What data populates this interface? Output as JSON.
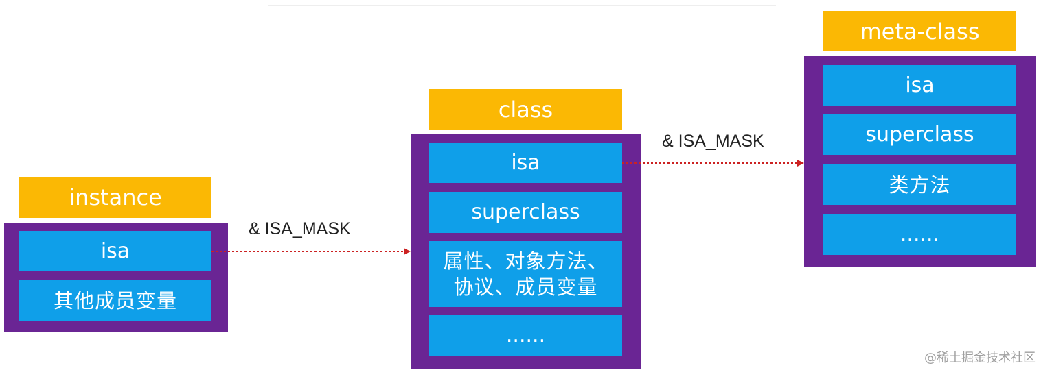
{
  "instance": {
    "title": "instance",
    "cells": [
      "isa",
      "其他成员变量"
    ]
  },
  "class": {
    "title": "class",
    "cells": [
      "isa",
      "superclass",
      "属性、对象方法、",
      "协议、成员变量",
      "......"
    ]
  },
  "meta_class": {
    "title": "meta-class",
    "cells": [
      "isa",
      "superclass",
      "类方法",
      "......"
    ]
  },
  "arrows": {
    "instance_to_class": "& ISA_MASK",
    "class_to_meta": "& ISA_MASK"
  },
  "watermark": "@稀土掘金技术社区",
  "colors": {
    "title_bg": "#fbb804",
    "panel_bg": "#6a2594",
    "cell_bg": "#0f9fe9",
    "arrow": "#cc2222"
  }
}
